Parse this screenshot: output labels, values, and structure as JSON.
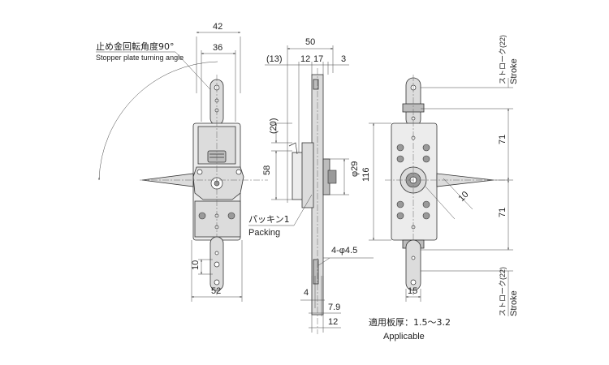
{
  "front_view": {
    "dim_top_outer": "42",
    "dim_top_inner": "36",
    "dim_bottom_width": "52",
    "dim_bottom_left": "10",
    "stopper_angle_label": "止め金回転角度90°",
    "stopper_angle_label_en": "Stopper plate turning angle"
  },
  "side_view": {
    "dim_total": "50",
    "dim_13": "(13)",
    "dim_12": "12",
    "dim_17": "17",
    "dim_3": "3",
    "dim_20": "(20)",
    "dim_58": "58",
    "dim_phi29": "φ29",
    "packing_label": "パッキン1",
    "packing_label_en": "Packing",
    "hole_label": "4-φ4.5",
    "dim_4": "4",
    "dim_7_9": "7.9",
    "dim_12_bottom": "12",
    "applicable_label": "適用板厚：1.5～3.2",
    "applicable_label_en": "Applicable"
  },
  "rear_view": {
    "dim_116": "116",
    "dim_71_top": "71",
    "dim_71_bottom": "71",
    "dim_10": "10",
    "dim_15": "15",
    "stroke_top_jp": "ストローク(22)",
    "stroke_top_en": "Stroke",
    "stroke_bottom_jp": "ストローク(22)",
    "stroke_bottom_en": "Stroke"
  }
}
